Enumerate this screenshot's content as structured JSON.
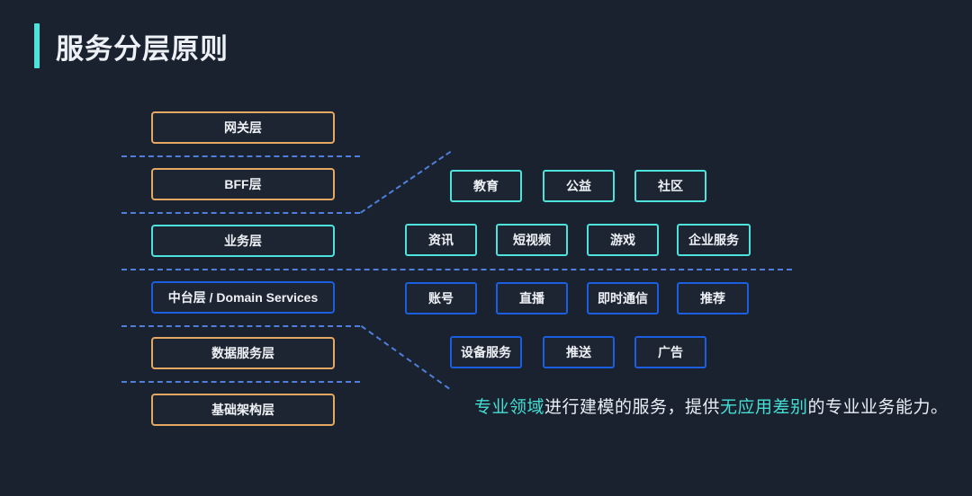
{
  "slide": {
    "background_color": "#1a2230",
    "title": "服务分层原则",
    "accent_color": "#4de3dc"
  },
  "colors": {
    "orange": "#e5a862",
    "cyan": "#4de3dc",
    "blue": "#1b5ee0",
    "dash": "#4f7fdb",
    "text": "#eef2f6"
  },
  "left_stack": {
    "layers": [
      {
        "label": "网关层",
        "color": "orange"
      },
      {
        "label": "BFF层",
        "color": "orange"
      },
      {
        "label": "业务层",
        "color": "cyan"
      },
      {
        "label": "中台层 / Domain Services",
        "color": "blue"
      },
      {
        "label": "数据服务层",
        "color": "orange"
      },
      {
        "label": "基础架构层",
        "color": "orange"
      }
    ]
  },
  "business_group": {
    "color": "cyan",
    "row1": [
      {
        "label": "教育"
      },
      {
        "label": "公益"
      },
      {
        "label": "社区"
      }
    ],
    "row2": [
      {
        "label": "资讯"
      },
      {
        "label": "短视频"
      },
      {
        "label": "游戏"
      },
      {
        "label": "企业服务"
      }
    ]
  },
  "domain_group": {
    "color": "blue",
    "row1": [
      {
        "label": "账号"
      },
      {
        "label": "直播"
      },
      {
        "label": "即时通信"
      },
      {
        "label": "推荐"
      }
    ],
    "row2": [
      {
        "label": "设备服务"
      },
      {
        "label": "推送"
      },
      {
        "label": "广告"
      }
    ]
  },
  "caption": {
    "part1_highlight": "专业领域",
    "part2_plain": "进行建模的服务，提供",
    "part3_highlight": "无应用差别",
    "part4_plain": "的专业业务能力。"
  }
}
